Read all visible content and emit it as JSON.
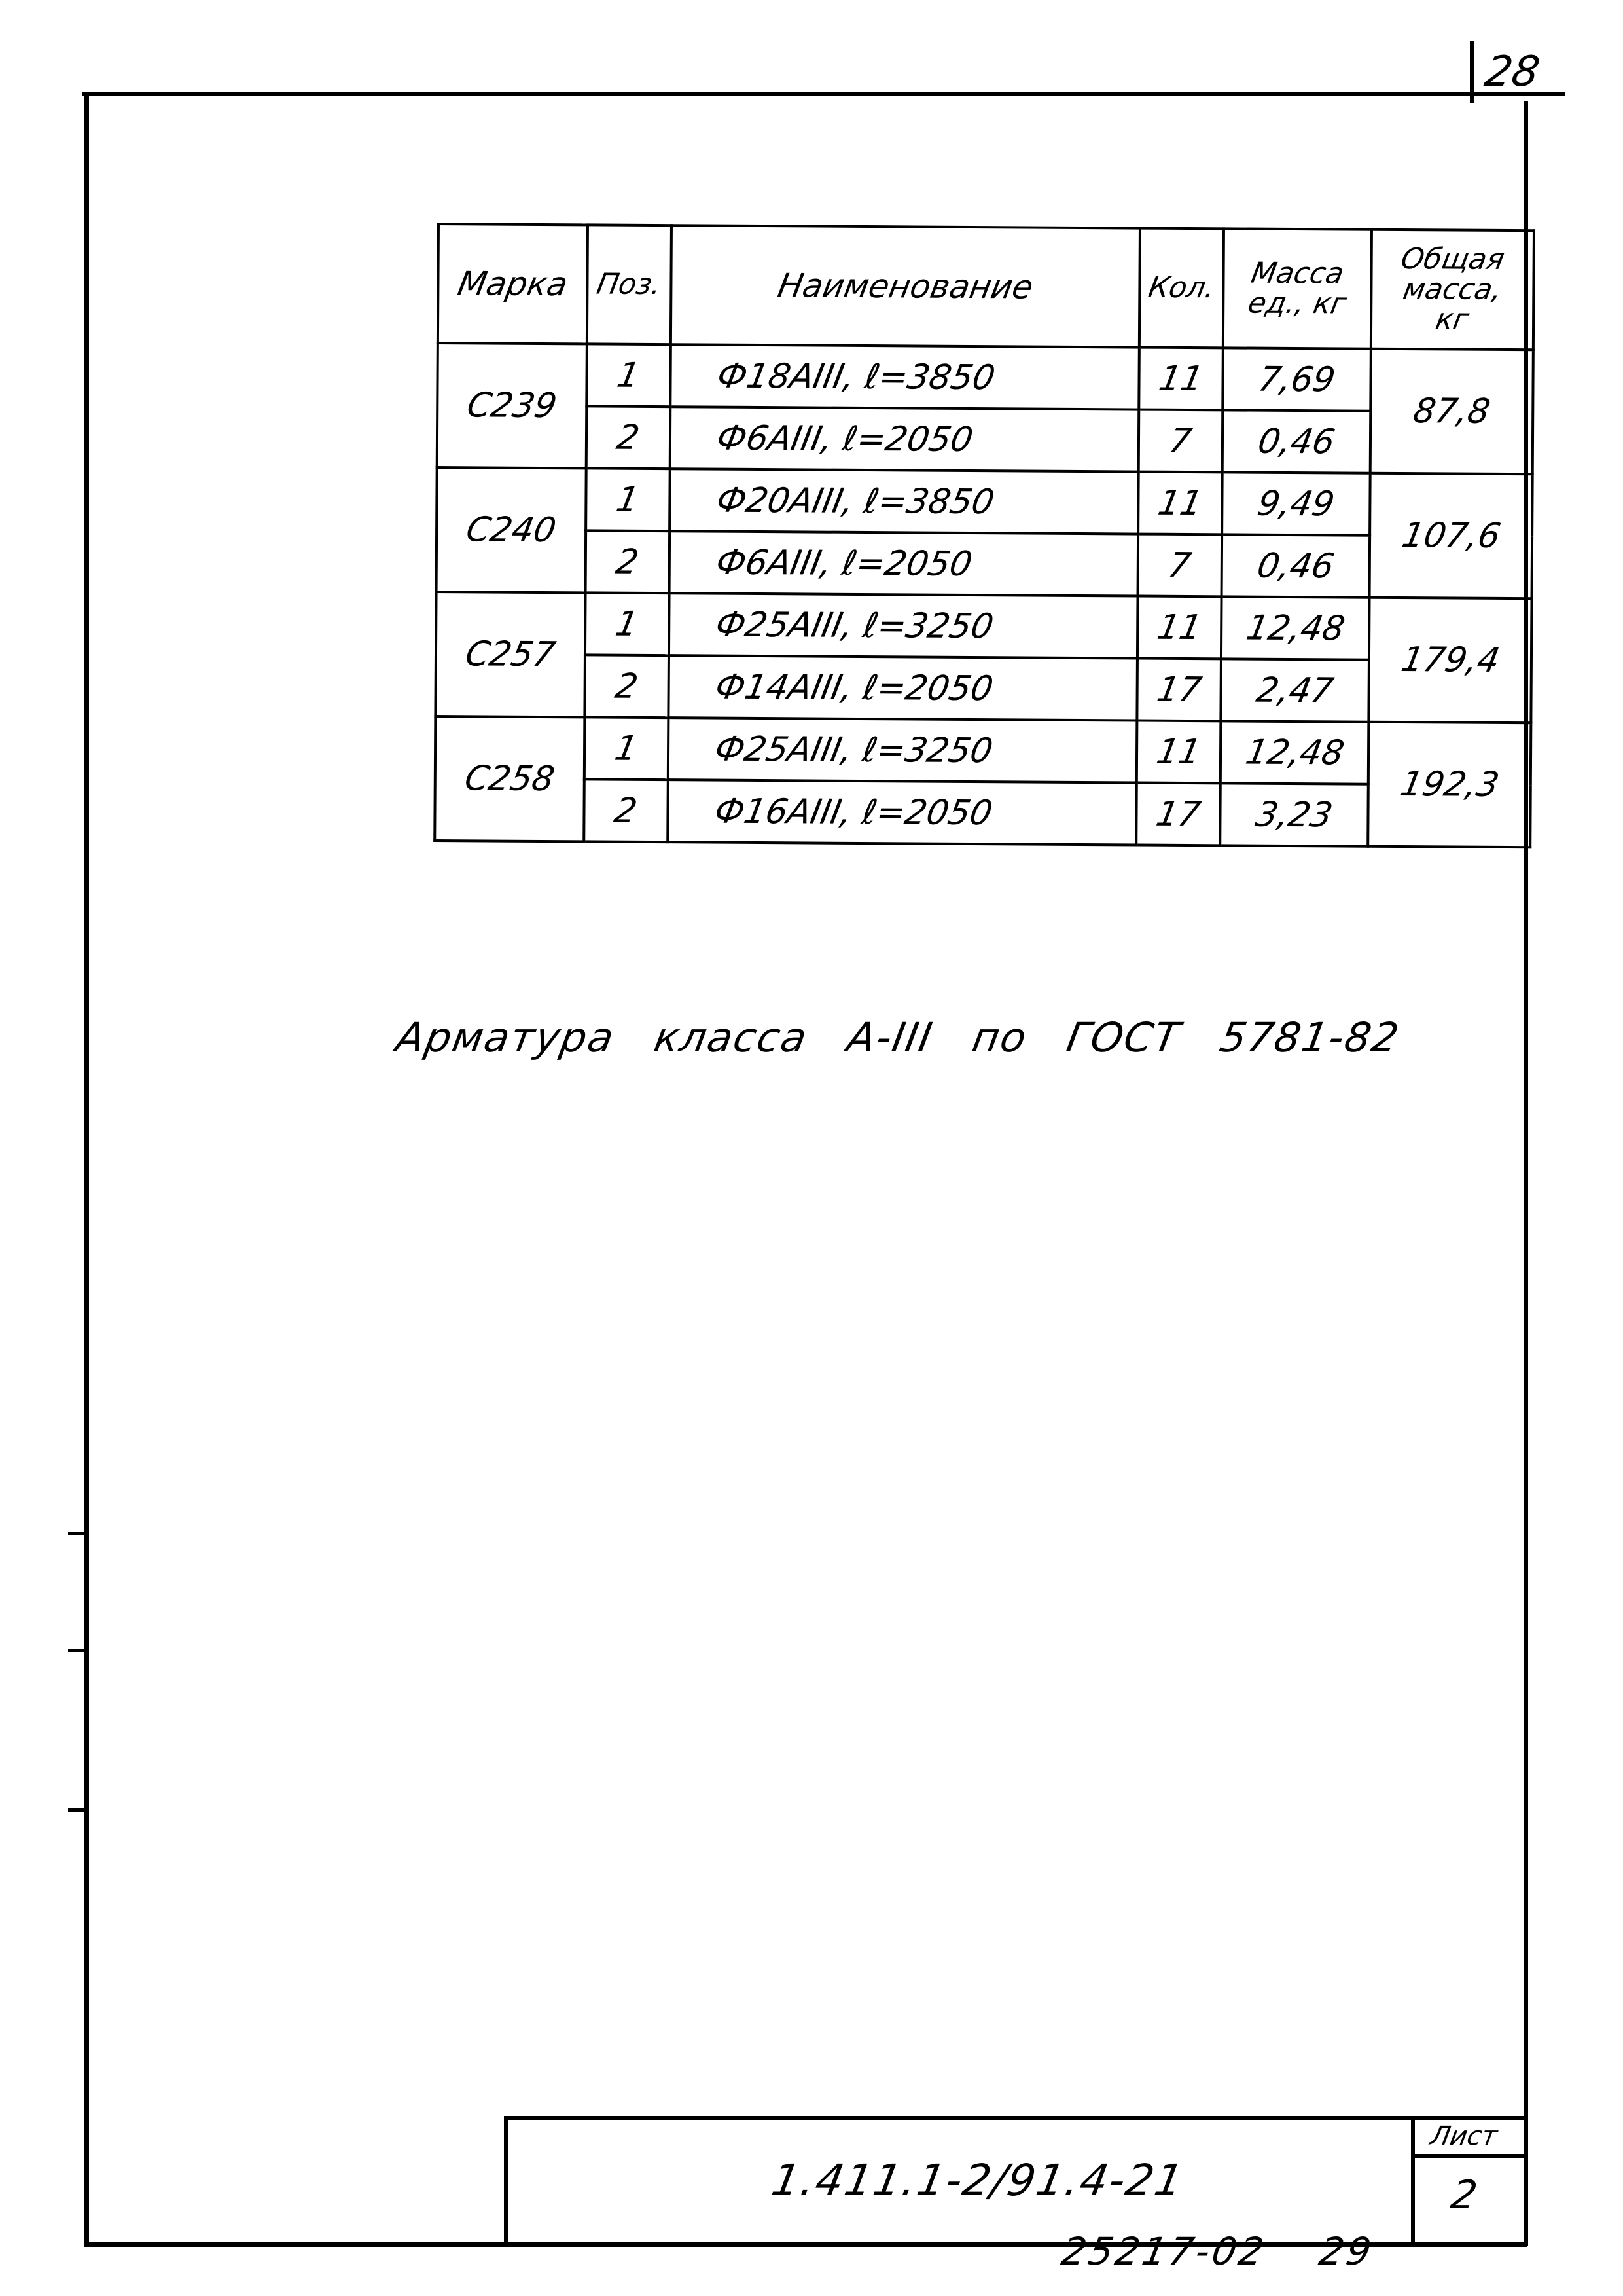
{
  "page_number": "28",
  "spec_table": {
    "headers": {
      "mark": "Марка",
      "pos": "Поз.",
      "name": "Наименование",
      "qty": "Кол.",
      "unit_mass_line1": "Масса",
      "unit_mass_line2": "ед., кг",
      "total_mass_line1": "Общая",
      "total_mass_line2": "масса,",
      "total_mass_line3": "кг"
    },
    "groups": [
      {
        "mark": "С239",
        "total_mass": "87,8",
        "rows": [
          {
            "pos": "1",
            "name": "Ф18АIII, ℓ=3850",
            "qty": "11",
            "unit_mass": "7,69"
          },
          {
            "pos": "2",
            "name": "Ф6АIII, ℓ=2050",
            "qty": "7",
            "unit_mass": "0,46"
          }
        ]
      },
      {
        "mark": "С240",
        "total_mass": "107,6",
        "rows": [
          {
            "pos": "1",
            "name": "Ф20АIII, ℓ=3850",
            "qty": "11",
            "unit_mass": "9,49"
          },
          {
            "pos": "2",
            "name": "Ф6АIII, ℓ=2050",
            "qty": "7",
            "unit_mass": "0,46"
          }
        ]
      },
      {
        "mark": "С257",
        "total_mass": "179,4",
        "rows": [
          {
            "pos": "1",
            "name": "Ф25АIII, ℓ=3250",
            "qty": "11",
            "unit_mass": "12,48"
          },
          {
            "pos": "2",
            "name": "Ф14АIII, ℓ=2050",
            "qty": "17",
            "unit_mass": "2,47"
          }
        ]
      },
      {
        "mark": "С258",
        "total_mass": "192,3",
        "rows": [
          {
            "pos": "1",
            "name": "Ф25АIII, ℓ=3250",
            "qty": "11",
            "unit_mass": "12,48"
          },
          {
            "pos": "2",
            "name": "Ф16АIII, ℓ=2050",
            "qty": "17",
            "unit_mass": "3,23"
          }
        ]
      }
    ]
  },
  "caption": "Арматура класса А-III по ГОСТ 5781-82",
  "title_block": {
    "document_code": "1.411.1-2/91.4-21",
    "sheet_label": "Лист",
    "sheet_number": "2"
  },
  "archive_number": "25217-02 29"
}
